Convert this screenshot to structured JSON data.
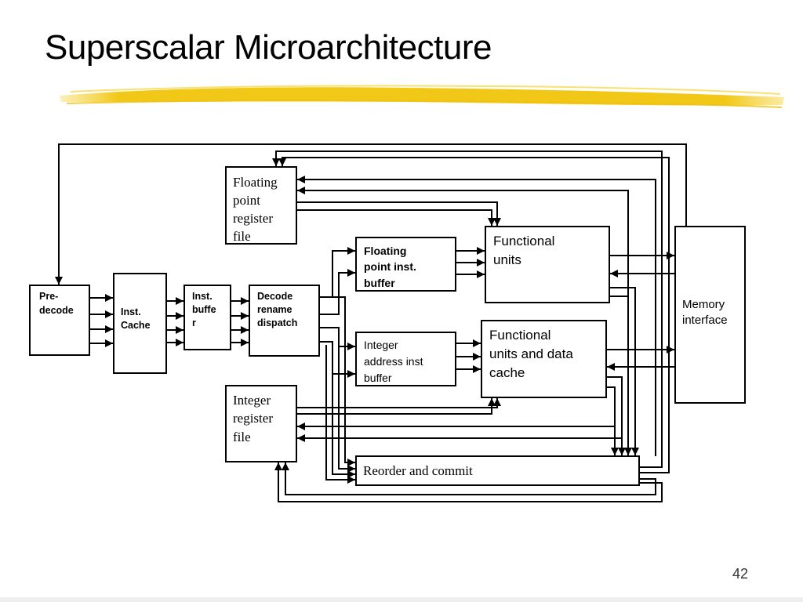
{
  "slide": {
    "title": "Superscalar Microarchitecture",
    "page_number": "42",
    "highlight_color": "#f2c818"
  },
  "diagram": {
    "blocks": {
      "predecode": {
        "lines": [
          "Pre-",
          "decode"
        ]
      },
      "inst_cache": {
        "lines": [
          "Inst.",
          "Cache"
        ]
      },
      "inst_buffer": {
        "lines": [
          "Inst.",
          "buffe",
          "r"
        ]
      },
      "decode": {
        "lines": [
          "Decode",
          "rename",
          "dispatch"
        ]
      },
      "fp_regfile": {
        "lines": [
          "Floating",
          "point",
          "register",
          "file"
        ]
      },
      "fp_inst_buffer": {
        "lines": [
          "Floating",
          "point inst.",
          "buffer"
        ]
      },
      "fp_func_units": {
        "lines": [
          "Functional",
          "units"
        ]
      },
      "int_addr_buffer": {
        "lines": [
          "Integer",
          "address inst",
          "buffer"
        ]
      },
      "int_func_units": {
        "lines": [
          "Functional",
          "units and data",
          "cache"
        ]
      },
      "int_regfile": {
        "lines": [
          "Integer",
          "register",
          "file"
        ]
      },
      "reorder": {
        "lines": [
          "Reorder and commit"
        ]
      },
      "memory": {
        "lines": [
          "Memory",
          "interface"
        ]
      }
    }
  }
}
